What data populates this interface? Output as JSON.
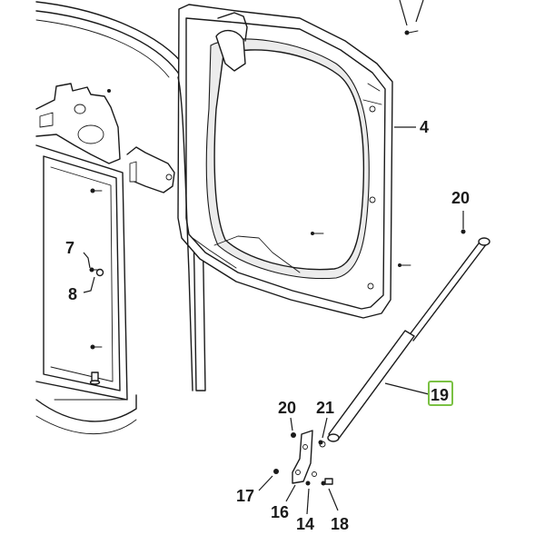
{
  "diagram": {
    "callouts": [
      {
        "id": "4",
        "label": "4"
      },
      {
        "id": "7",
        "label": "7"
      },
      {
        "id": "8",
        "label": "8"
      },
      {
        "id": "14",
        "label": "14"
      },
      {
        "id": "16",
        "label": "16"
      },
      {
        "id": "17",
        "label": "17"
      },
      {
        "id": "18",
        "label": "18"
      },
      {
        "id": "19",
        "label": "19",
        "highlighted": true
      },
      {
        "id": "20a",
        "label": "20"
      },
      {
        "id": "20b",
        "label": "20"
      },
      {
        "id": "21",
        "label": "21"
      }
    ],
    "colors": {
      "line": "#1a1a1a",
      "highlight": "#7ac143",
      "background": "#ffffff"
    }
  }
}
